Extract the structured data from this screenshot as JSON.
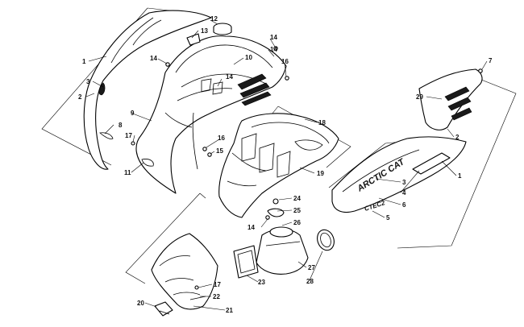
{
  "callouts": [
    {
      "id": "c1a",
      "label": "1"
    },
    {
      "id": "c2a",
      "label": "2"
    },
    {
      "id": "c3a",
      "label": "3"
    },
    {
      "id": "c8",
      "label": "8"
    },
    {
      "id": "c17a",
      "label": "17"
    },
    {
      "id": "c11",
      "label": "11"
    },
    {
      "id": "c9",
      "label": "9"
    },
    {
      "id": "c13",
      "label": "13"
    },
    {
      "id": "c12",
      "label": "12"
    },
    {
      "id": "c10",
      "label": "10"
    },
    {
      "id": "c14a",
      "label": "14"
    },
    {
      "id": "c14b",
      "label": "14"
    },
    {
      "id": "c14c",
      "label": "14"
    },
    {
      "id": "c15",
      "label": "15"
    },
    {
      "id": "c16a",
      "label": "16"
    },
    {
      "id": "c16b",
      "label": "16"
    },
    {
      "id": "c14d",
      "label": "14"
    },
    {
      "id": "c18",
      "label": "18"
    },
    {
      "id": "c19",
      "label": "19"
    },
    {
      "id": "c24",
      "label": "24"
    },
    {
      "id": "c25",
      "label": "25"
    },
    {
      "id": "c14e",
      "label": "14"
    },
    {
      "id": "c26",
      "label": "26"
    },
    {
      "id": "c27",
      "label": "27"
    },
    {
      "id": "c28",
      "label": "28"
    },
    {
      "id": "c23",
      "label": "23"
    },
    {
      "id": "c17b",
      "label": "17"
    },
    {
      "id": "c22",
      "label": "22"
    },
    {
      "id": "c20",
      "label": "20"
    },
    {
      "id": "c21",
      "label": "21"
    },
    {
      "id": "c7",
      "label": "7"
    },
    {
      "id": "c29",
      "label": "29"
    },
    {
      "id": "c2b",
      "label": "2"
    },
    {
      "id": "c1b",
      "label": "1"
    },
    {
      "id": "c3b",
      "label": "3"
    },
    {
      "id": "c4",
      "label": "4"
    },
    {
      "id": "c6",
      "label": "6"
    },
    {
      "id": "c5",
      "label": "5"
    }
  ],
  "decals": {
    "brand": "ARCTIC CAT",
    "model": "CTEC2"
  }
}
